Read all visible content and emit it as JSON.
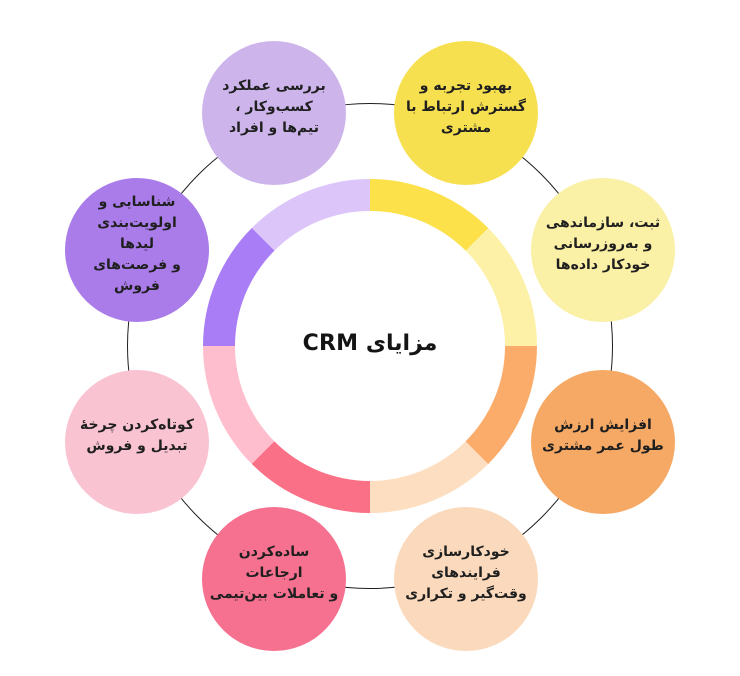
{
  "diagram": {
    "center_label": "مزایای CRM",
    "background": "#ffffff",
    "connector_color": "#1f1f1f",
    "text_color": "#1f1f1f",
    "segment_angle_deg": 45,
    "items": [
      {
        "name": "improve-expand-customer-relations",
        "text": "بهبود تجربه و\nگسترش ارتباط با\nمشتری",
        "circle_color": "#F7E050",
        "segment_color": "#FDE14B"
      },
      {
        "name": "auto-record-organize-update-data",
        "text": "ثبت، سازماندهی\nو به‌روزرسانی\nخودکار داده‌ها",
        "circle_color": "#FAF0A6",
        "segment_color": "#FDF1A8"
      },
      {
        "name": "increase-customer-lifetime-value",
        "text": "افزایش ارزش\nطول عمر مشتری",
        "circle_color": "#F6A964",
        "segment_color": "#FBAC6B"
      },
      {
        "name": "automate-repetitive-processes",
        "text": "خودکارسازی\nفرایندهای\nوقت‌گیر و تکراری",
        "circle_color": "#FAD9BC",
        "segment_color": "#FDDEC0"
      },
      {
        "name": "simplify-referrals-team-interactions",
        "text": "ساده‌کردن ارجاعات\nو تعاملات بین‌تیمی",
        "circle_color": "#F5718F",
        "segment_color": "#FA7086"
      },
      {
        "name": "shorten-conversion-sales-cycle",
        "text": "کوتاه‌کردن چرخهٔ\nتبدیل و فروش",
        "circle_color": "#F9C3D2",
        "segment_color": "#FEBECD"
      },
      {
        "name": "identify-prioritize-leads",
        "text": "شناسایی و اولویت‌بندی\nلیدها\nو فرصت‌های فروش",
        "circle_color": "#A97CE9",
        "segment_color": "#A87DF6"
      },
      {
        "name": "review-business-team-performance",
        "text": "بررسی عملکرد\nکسب‌وکار ،\nتیم‌ها و افراد",
        "circle_color": "#CDB5EC",
        "segment_color": "#DCC5F8"
      }
    ]
  }
}
